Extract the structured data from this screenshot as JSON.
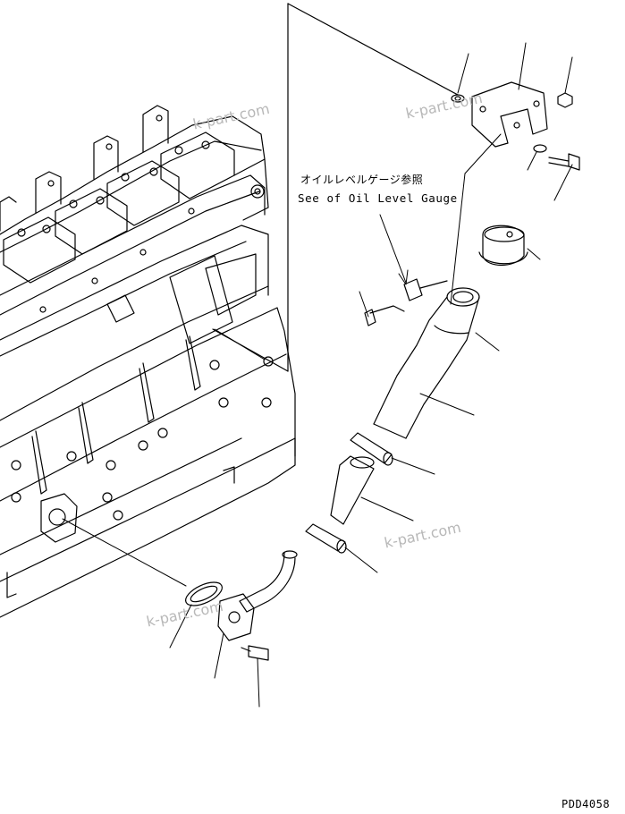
{
  "reference_note": {
    "japanese": "オイルレベルゲージ参照",
    "english": "See of Oil Level Gauge"
  },
  "figure_code": "PDD4058",
  "watermark": "k-part.com",
  "colors": {
    "line": "#000000",
    "watermark": "#b8b8b8",
    "background": "#ffffff"
  }
}
